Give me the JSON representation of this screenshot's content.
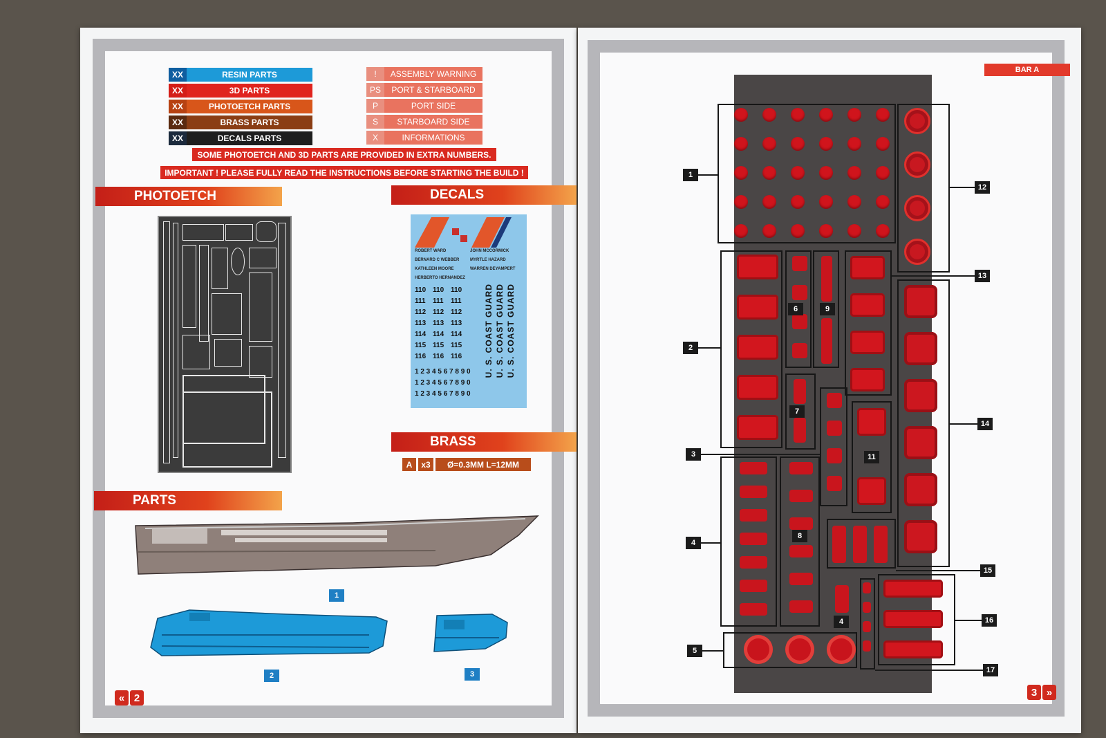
{
  "legend_left": [
    {
      "code": "XX",
      "label": "RESIN PARTS",
      "color": "#1d9ad8"
    },
    {
      "code": "XX",
      "label": "3D PARTS",
      "color": "#e0241e"
    },
    {
      "code": "XX",
      "label": "PHOTOETCH PARTS",
      "color": "#d8561a"
    },
    {
      "code": "XX",
      "label": "BRASS PARTS",
      "color": "#8a3d14"
    },
    {
      "code": "XX",
      "label": "DECALS PARTS",
      "color": "#1e1e1e"
    }
  ],
  "legend_right": [
    {
      "code": "!",
      "label": "ASSEMBLY WARNING"
    },
    {
      "code": "PS",
      "label": "PORT & STARBOARD"
    },
    {
      "code": "P",
      "label": "PORT SIDE"
    },
    {
      "code": "S",
      "label": "STARBOARD SIDE"
    },
    {
      "code": "X",
      "label": "INFORMATIONS"
    }
  ],
  "notices": {
    "extra": "SOME PHOTOETCH AND 3D PARTS ARE PROVIDED IN EXTRA NUMBERS.",
    "important": "IMPORTANT ! PLEASE FULLY READ THE INSTRUCTIONS BEFORE STARTING THE BUILD !"
  },
  "sections": {
    "photoetch": "PHOTOETCH",
    "decals": "DECALS",
    "brass": "BRASS",
    "parts": "PARTS"
  },
  "decal_sheet": {
    "names_left": [
      "ROBERT WARD",
      "BERNARD C WEBBER",
      "KATHLEEN MOORE",
      "HERBERTO HERNANDEZ"
    ],
    "names_right": [
      "JOHN MCCORMICK",
      "MYRTLE HAZARD",
      "WARREN DEYAMPERT"
    ],
    "hull_numbers": [
      "110",
      "111",
      "112",
      "113",
      "114",
      "115",
      "116"
    ],
    "digit_row": "1 2 3 4 5 6 7 8 9 0",
    "vertical_text": "U. S. COAST GUARD"
  },
  "brass": {
    "code": "A",
    "qty": "x3",
    "spec": "Ø=0.3MM L=12MM"
  },
  "parts": [
    {
      "number": "1"
    },
    {
      "number": "2"
    },
    {
      "number": "3"
    }
  ],
  "page_left_number": "2",
  "page_right_number": "3",
  "prev_icon": "double-chevron-left-icon",
  "next_icon": "double-chevron-right-icon",
  "bar_label": "BAR A",
  "callouts": [
    "1",
    "2",
    "3",
    "4",
    "5",
    "6",
    "7",
    "8",
    "9",
    "11",
    "12",
    "13",
    "14",
    "15",
    "16",
    "17"
  ],
  "colors": {
    "resin_red": "#d2161e",
    "bar_grey": "#4a4646",
    "accent_red": "#e23a2b",
    "resin_blue": "#1d9ad8"
  }
}
